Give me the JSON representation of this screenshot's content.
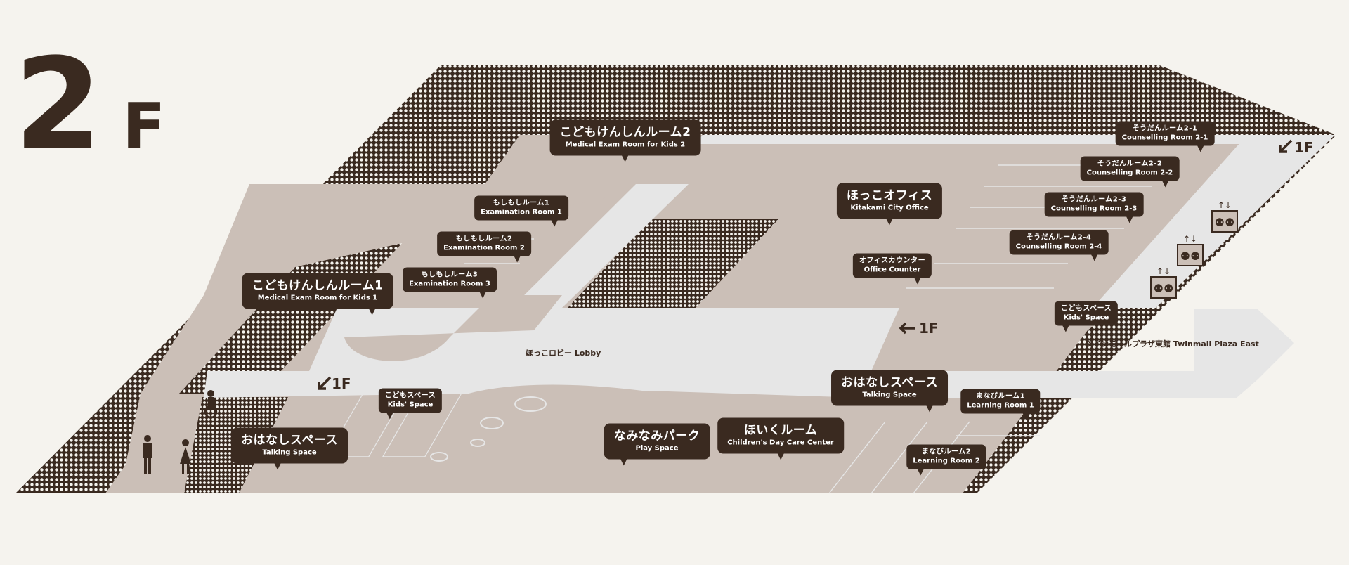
{
  "floor": {
    "number": "2",
    "unit": "F"
  },
  "colors": {
    "background": "#f5f3ee",
    "floor": "#cbbfb7",
    "corridor": "#e6e6e6",
    "hatch": "#3a2a20",
    "bubble": "#3a2a20",
    "text_on_bubble": "#ffffff"
  },
  "rooms": [
    {
      "id": "kids-exam-2",
      "ja": "こどもけんしんルーム2",
      "en": "Medical Exam Room for Kids 2",
      "size": "lg"
    },
    {
      "id": "exam-1",
      "ja": "もしもしルーム1",
      "en": "Examination Room 1",
      "size": "sm"
    },
    {
      "id": "exam-2",
      "ja": "もしもしルーム2",
      "en": "Examination Room 2",
      "size": "sm"
    },
    {
      "id": "exam-3",
      "ja": "もしもしルーム3",
      "en": "Examination Room 3",
      "size": "sm"
    },
    {
      "id": "kids-exam-1",
      "ja": "こどもけんしんルーム1",
      "en": "Medical Exam Room for Kids 1",
      "size": "lg"
    },
    {
      "id": "hokko-office",
      "ja": "ほっこオフィス",
      "en": "Kitakami City Office",
      "size": "lg"
    },
    {
      "id": "office-counter",
      "ja": "オフィスカウンター",
      "en": "Office Counter",
      "size": "sm"
    },
    {
      "id": "counselling-2-1",
      "ja": "そうだんルーム2-1",
      "en": "Counselling Room 2-1",
      "size": "sm"
    },
    {
      "id": "counselling-2-2",
      "ja": "そうだんルーム2-2",
      "en": "Counselling Room 2-2",
      "size": "sm"
    },
    {
      "id": "counselling-2-3",
      "ja": "そうだんルーム2-3",
      "en": "Counselling Room 2-3",
      "size": "sm"
    },
    {
      "id": "counselling-2-4",
      "ja": "そうだんルーム2-4",
      "en": "Counselling Room 2-4",
      "size": "sm"
    },
    {
      "id": "kids-space-east",
      "ja": "こどもスペース",
      "en": "Kids' Space",
      "size": "sm"
    },
    {
      "id": "kids-space-west",
      "ja": "こどもスペース",
      "en": "Kids' Space",
      "size": "sm"
    },
    {
      "id": "talking-space-east",
      "ja": "おはなしスペース",
      "en": "Talking Space",
      "size": "lg"
    },
    {
      "id": "learning-1",
      "ja": "まなびルーム1",
      "en": "Learning Room 1",
      "size": "sm"
    },
    {
      "id": "learning-2",
      "ja": "まなびルーム2",
      "en": "Learning Room 2",
      "size": "sm"
    },
    {
      "id": "talking-space-west",
      "ja": "おはなしスペース",
      "en": "Talking Space",
      "size": "lg"
    },
    {
      "id": "play-space",
      "ja": "なみなみパーク",
      "en": "Play Space",
      "size": "lg"
    },
    {
      "id": "day-care",
      "ja": "ほいくルーム",
      "en": "Children's Day Care Center",
      "size": "lg"
    }
  ],
  "labels": {
    "lobby": "ほっこロビー  Lobby",
    "plaza_east": "ツインモールプラザ東館  Twinmall Plaza East"
  },
  "stairs": [
    {
      "id": "stairs-top-right",
      "label": "1F",
      "direction": "down-left"
    },
    {
      "id": "stairs-center",
      "label": "1F",
      "direction": "left"
    },
    {
      "id": "stairs-left",
      "label": "1F",
      "direction": "down-left"
    }
  ]
}
